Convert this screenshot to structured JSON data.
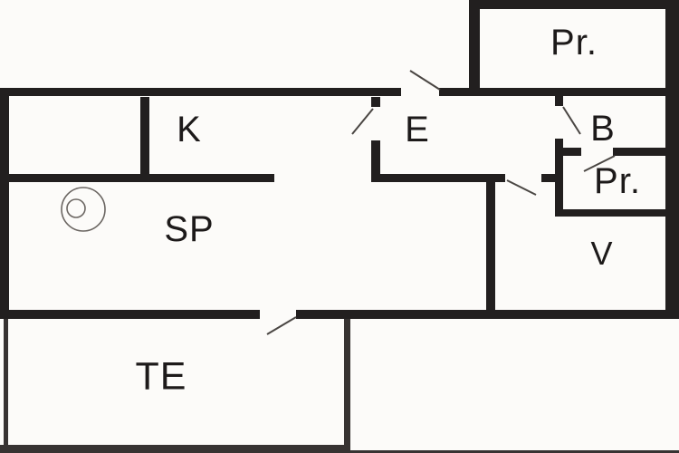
{
  "diagram": {
    "type": "floor-plan",
    "rooms": [
      {
        "id": "pr-top",
        "label": "Pr."
      },
      {
        "id": "k",
        "label": "K"
      },
      {
        "id": "e",
        "label": "E"
      },
      {
        "id": "b",
        "label": "B"
      },
      {
        "id": "pr-lower",
        "label": "Pr."
      },
      {
        "id": "sp",
        "label": "SP"
      },
      {
        "id": "v",
        "label": "V"
      },
      {
        "id": "te",
        "label": "TE"
      }
    ],
    "symbols": [
      {
        "name": "stove-symbol",
        "room": "SP"
      }
    ],
    "colors": {
      "background": "#fcfbf9",
      "wall": "#221f1f",
      "door_line": "#4a4643",
      "symbol_line": "#6b6662"
    },
    "door_count": 6
  }
}
